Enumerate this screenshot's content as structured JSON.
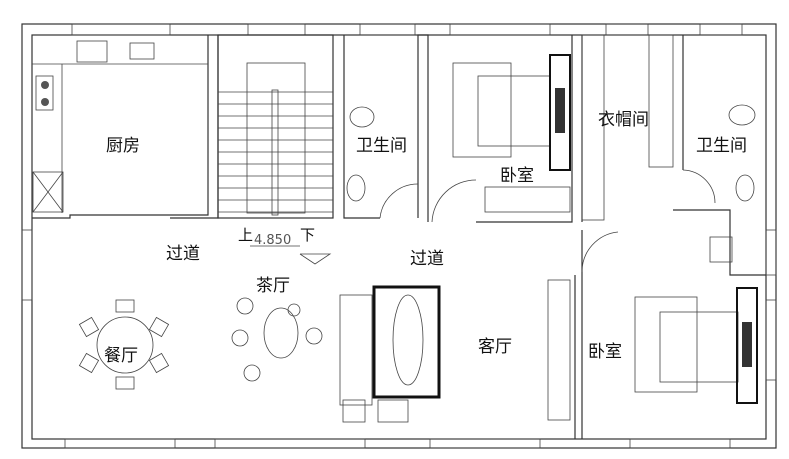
{
  "rooms": {
    "kitchen": "厨房",
    "bathroom_1": "卫生间",
    "bedroom_1": "卧室",
    "closet": "衣帽间",
    "bathroom_2": "卫生间",
    "corridor_1": "过道",
    "corridor_2": "过道",
    "tea_room": "茶厅",
    "dining_room": "餐厅",
    "living_room": "客厅",
    "bedroom_2": "卧室"
  },
  "stair": {
    "up": "上",
    "elevation": "4.850",
    "down": "下"
  }
}
